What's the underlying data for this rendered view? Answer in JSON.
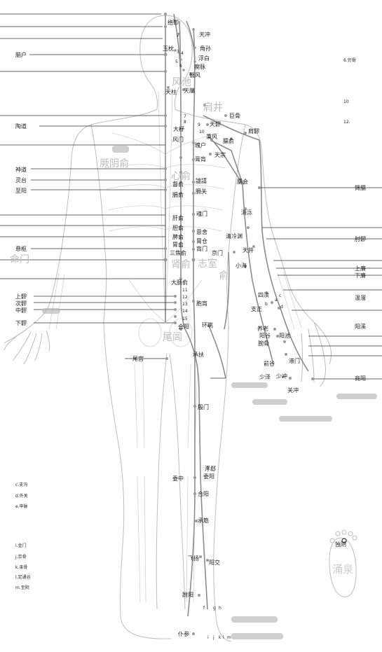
{
  "points": {
    "luoque": "络却",
    "tianchong": "天冲",
    "yuzhen": "玉枕",
    "jiaosun": "角孙",
    "naohu": "脑户",
    "fubai": "浮白",
    "qimai": "瘈脉",
    "yifeng": "翳风",
    "fengchi": "风池",
    "tianzhu": "天柱",
    "tianyou": "天牖",
    "jianjing": "肩井",
    "jugu": "巨骨",
    "tiandu": "天髎",
    "taodao": "陶道",
    "dazhu": "大杼",
    "bingfeng": "秉风",
    "naoshu": "臑俞",
    "jianliao": "肩髎",
    "fengmen": "风门",
    "pohu": "魄户",
    "tianzong": "天宗",
    "jueyinshu": "厥阴俞",
    "gaohuang": "膏肓",
    "xinshu": "心俞",
    "shendao": "神道",
    "lingtai": "灵台",
    "zhiyang": "至阳",
    "dushu": "督俞",
    "yixi": "譩譆",
    "naohui": "臑会",
    "geshu": "膈俞",
    "geguan": "膈关",
    "binao": "臂臑",
    "hunmen": "魂门",
    "xiaoluo": "消泺",
    "ganshu": "肝俞",
    "danshu": "胆俞",
    "yishe": "意舍",
    "qinglengyuan": "清冷渊",
    "zhouliao": "肘髎",
    "pishu": "脾俞",
    "weicang": "胃仓",
    "weishu": "胃俞",
    "huangmen": "肓门",
    "tianjing": "天井",
    "jingmen": "京门",
    "xuanshu": "悬枢",
    "sanjiaoshu": "三焦俞",
    "xiaohai": "小海",
    "mingmen": "命门",
    "shenshu": "肾俞",
    "zhishi": "志室",
    "shangnian": "上廉",
    "xianian": "下廉",
    "dachangshu": "大肠俞",
    "sidu": "四渎",
    "wenliu": "温溜",
    "shangliao": "上髎",
    "cilaio": "次髎",
    "zhongliao": "中髎",
    "xialiao": "下髎",
    "baohuang": "胞肓",
    "zhizheng": "支正",
    "huantiao": "环跳",
    "yanglao": "养老",
    "yangxi": "阳溪",
    "yanggu": "阳谷",
    "yangchi": "阳池",
    "wangu": "腕骨",
    "huiyang": "会阳",
    "weilü": "尾闾",
    "chengfu": "承扶",
    "weigong": "尾宫",
    "qiangu": "前谷",
    "yemen": "液门",
    "shangyang": "商阳",
    "shaoze": "少泽",
    "shaochong": "少冲",
    "guanchong": "关冲",
    "yinmen": "殷门",
    "fuxi": "浮郄",
    "weiyang": "委阳",
    "weizhong": "委中",
    "heyang": "合阳",
    "chengjin": "承筋",
    "feiyang": "飞扬",
    "yangjiao": "阳交",
    "fuyang": "跗阳",
    "pucan": "仆参",
    "duyin": "独阴",
    "yongquan": "涌泉",
    "wangu_head": "6.完骨",
    "n10": "10",
    "n12": "12."
  },
  "numerals": {
    "n1": "1",
    "n2": "2",
    "n3": "3",
    "n4": "4",
    "n5": "5",
    "n6": "6",
    "n7": "7",
    "n8": "8",
    "n9": "9",
    "n10b": "10",
    "n11": "11",
    "n12b": "12",
    "n13": "13",
    "n14": "14",
    "n15": "15",
    "la": "a",
    "lb": "b",
    "lc": "c",
    "ld": "d",
    "lf": "f",
    "lg": "g",
    "lh": "h",
    "li": "i",
    "lj": "j",
    "lk": "k",
    "ll": "l",
    "lm": "m"
  },
  "legend": {
    "c": "c.支沟",
    "d": "d.外关",
    "e": "e.申脉",
    "i": "i.金门",
    "j": "j.京骨",
    "k": "k.束骨",
    "l": "l.足通谷",
    "m": "m.至阴"
  },
  "large_labels": {
    "fengchi": "风池",
    "jianjing": "肩井",
    "jueyinshu": "厥阴俞",
    "xinshu": "心俞",
    "mingmen": "命门",
    "shenshu": "肾俞",
    "zhishi": "志室",
    "shu": "俞",
    "weilu": "尾闾",
    "yongquan": "涌泉"
  }
}
